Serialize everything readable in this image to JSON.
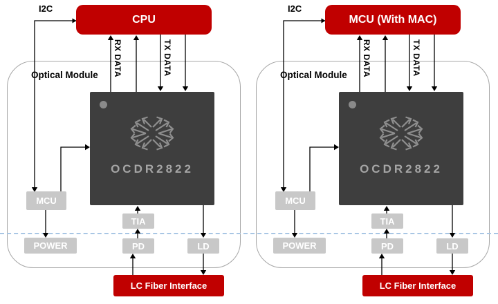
{
  "colors": {
    "accent_red": "#C00000",
    "chip_body": "#3E3E3E",
    "chip_text": "#A5A5A5",
    "chip_logo": "#8F8F8F",
    "gray_block": "#C8C8C8",
    "module_border": "#A6A6A6",
    "divider_blue": "#A8C6E4",
    "wire": "#000000"
  },
  "diagrams": [
    {
      "i2c_label": "I2C",
      "host_label": "CPU",
      "rx_label": "RX DATA",
      "tx_label": "TX DATA",
      "module_label": "Optical Module",
      "chip_label": "OCDR2822",
      "blocks": {
        "mcu": "MCU",
        "power": "POWER",
        "tia": "TIA",
        "pd": "PD",
        "ld": "LD"
      },
      "fiber_label": "LC Fiber Interface"
    },
    {
      "i2c_label": "I2C",
      "host_label": "MCU (With MAC)",
      "rx_label": "RX DATA",
      "tx_label": "TX DATA",
      "module_label": "Optical Module",
      "chip_label": "OCDR2822",
      "blocks": {
        "mcu": "MCU",
        "power": "POWER",
        "tia": "TIA",
        "pd": "PD",
        "ld": "LD"
      },
      "fiber_label": "LC Fiber Interface"
    }
  ]
}
